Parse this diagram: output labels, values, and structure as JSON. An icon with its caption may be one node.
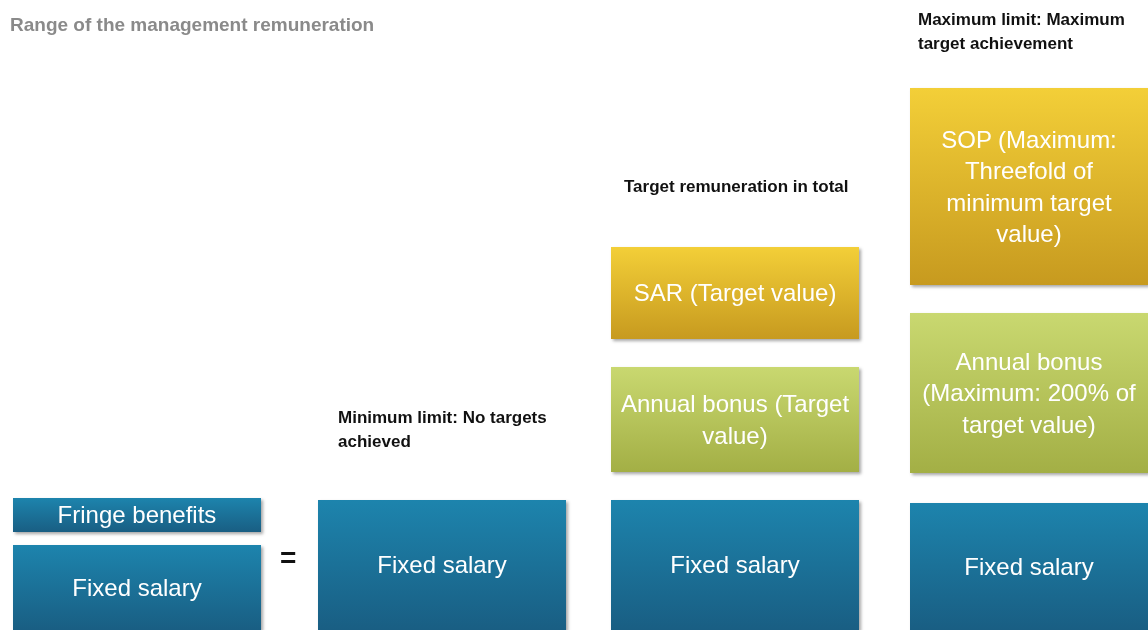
{
  "diagram": {
    "title": "Range of the management remuneration",
    "nodes": [
      {
        "text": [
          "Fringe benefits"
        ]
      },
      {
        "text": [
          "Fixed salary"
        ]
      },
      {
        "text": [
          "Fixed salary"
        ]
      },
      {
        "text": [
          "SAR (Target value)"
        ]
      },
      {
        "text": [
          "Annual bonus (Target value)"
        ]
      },
      {
        "text": [
          "Fixed salary"
        ]
      },
      {
        "text": [
          "SOP (Maximum: Threefold of minimum target value)"
        ]
      },
      {
        "text": [
          "Annual bonus (Maximum: 200% of target value)"
        ]
      },
      {
        "text": [
          "Fixed salary"
        ]
      }
    ],
    "labels": [
      "=",
      "Minimum limit: No targets achieved",
      "Target remuneration in total",
      "Maximum limit: Maximum target achievement"
    ]
  }
}
